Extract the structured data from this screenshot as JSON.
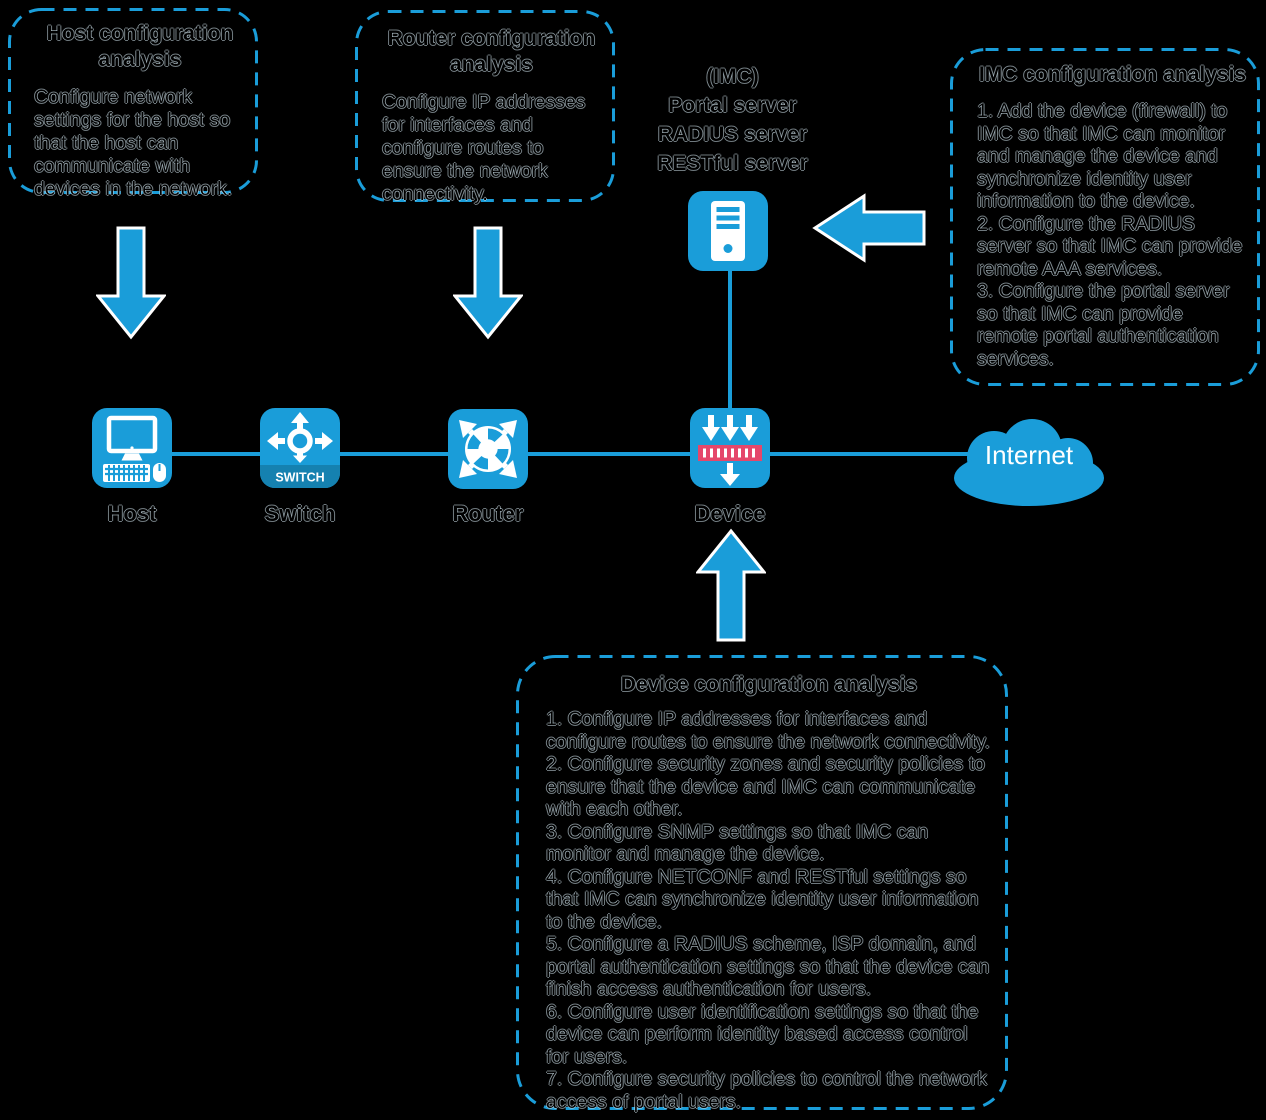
{
  "colors": {
    "accent_blue": "#1A9DD9",
    "switch_band_blue": "#1581B0",
    "firewall_band_red": "#E5476B",
    "background": "#000000",
    "internet_text": "#FFFFFF"
  },
  "boxes": {
    "host": {
      "title": "Host configuration analysis",
      "body": "Configure network settings for the host so that the host can communicate with devices in the network."
    },
    "router": {
      "title": "Router configuration analysis",
      "body": "Configure IP addresses for interfaces and configure routes to ensure the network connectivity."
    },
    "imc": {
      "title": "IMC configuration analysis",
      "items": [
        "1. Add the device (firewall) to IMC so that IMC can monitor and manage the device and synchronize identity user information to the device.",
        "2. Configure the RADIUS server so that IMC can provide remote AAA services.",
        "3. Configure the portal server so that IMC can provide remote portal authentication services."
      ]
    },
    "device": {
      "title": "Device configuration analysis",
      "items": [
        "1. Configure IP addresses for interfaces and configure routes to ensure the network connectivity.",
        "2. Configure security zones and security policies to ensure that the device and IMC can communicate with each other.",
        "3. Configure SNMP settings so that IMC can monitor and manage the device.",
        "4. Configure NETCONF and RESTful settings so that IMC can synchronize identity user information to the device.",
        "5. Configure a RADIUS scheme, ISP domain, and portal authentication settings so that the device can finish access authentication for users.",
        "6. Configure user identification settings so that the device can perform identity based access control for users.",
        "7. Configure security policies to control the network access of portal users."
      ]
    }
  },
  "nodes": {
    "host": {
      "label": "Host"
    },
    "switch": {
      "label": "Switch",
      "badge": "SWITCH"
    },
    "router": {
      "label": "Router"
    },
    "device": {
      "label": "Device"
    },
    "server": {
      "lines": [
        "(IMC)",
        "Portal server",
        "RADIUS server",
        "RESTful server"
      ]
    },
    "internet": {
      "label": "Internet"
    }
  }
}
